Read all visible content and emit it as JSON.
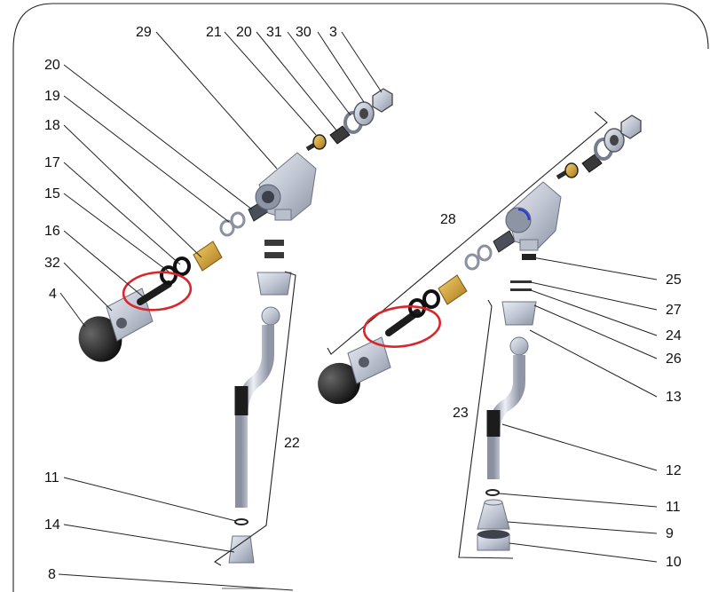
{
  "diagram": {
    "title": "",
    "callouts": {
      "c29": "29",
      "c21": "21",
      "c20a": "20",
      "c31": "31",
      "c30": "30",
      "c3": "3",
      "c20b": "20",
      "c19": "19",
      "c18": "18",
      "c17": "17",
      "c15": "15",
      "c16": "16",
      "c32": "32",
      "c4": "4",
      "c11a": "11",
      "c14": "14",
      "c8": "8",
      "c22": "22",
      "c28": "28",
      "c25": "25",
      "c27": "27",
      "c24": "24",
      "c26": "26",
      "c13": "13",
      "c23": "23",
      "c12": "12",
      "c11b": "11",
      "c9": "9",
      "c10": "10"
    },
    "highlight_color": "#d8262b"
  }
}
